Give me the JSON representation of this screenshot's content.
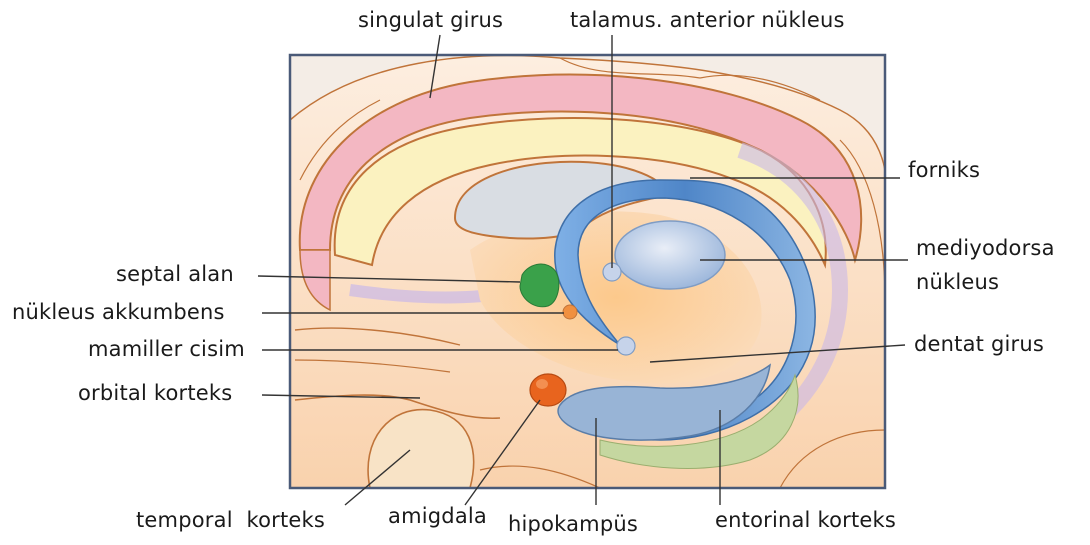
{
  "labels": {
    "singulat_girus": "singulat girus",
    "talamus_anterior": "talamus. anterior nükleus",
    "forniks": "forniks",
    "mediyodorsa_line1": "mediyodorsa",
    "mediyodorsa_line2": "nükleus",
    "septal_alan": "septal alan",
    "nukleus_akkumbens": "nükleus akkumbens",
    "mamiller_cisim": "mamiller cisim",
    "dentat_girus": "dentat girus",
    "orbital_korteks": "orbital korteks",
    "temporal_korteks": "temporal  korteks",
    "amigdala": "amigdala",
    "hipokampus": "hipokampüs",
    "entorinal_korteks": "entorinal korteks"
  },
  "colors": {
    "frame": "#4a5a78",
    "outline": "#c0743a",
    "cingulate": "#f3b7c2",
    "callosum": "#fbf2c0",
    "thalamus": "#d9dde3",
    "fornix": "#5a8fcf",
    "mediodorsal": "#a9c4e6",
    "septal": "#3aa14a",
    "amygdala": "#e8641e",
    "hippocampus": "#8fb0d6",
    "entorhinal": "#c5d7a0",
    "background_tissue": "#fbd8b8",
    "orange_core": "#fbc48a",
    "leader": "#333333"
  }
}
